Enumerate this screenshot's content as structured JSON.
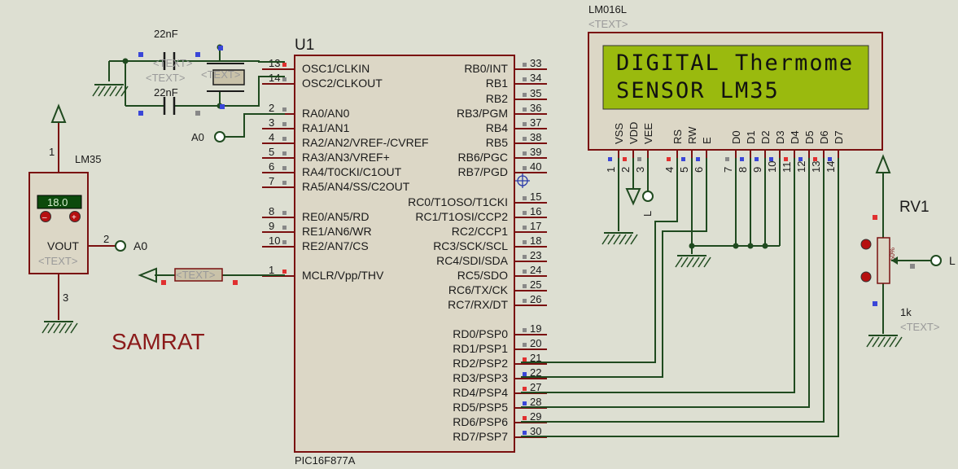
{
  "mcu": {
    "ref": "U1",
    "part": "PIC16F877A",
    "left_pins": [
      {
        "num": "13",
        "label": "OSC1/CLKIN"
      },
      {
        "num": "14",
        "label": "OSC2/CLKOUT"
      },
      {
        "num": "2",
        "label": "RA0/AN0"
      },
      {
        "num": "3",
        "label": "RA1/AN1"
      },
      {
        "num": "4",
        "label": "RA2/AN2/VREF-/CVREF"
      },
      {
        "num": "5",
        "label": "RA3/AN3/VREF+"
      },
      {
        "num": "6",
        "label": "RA4/T0CKI/C1OUT"
      },
      {
        "num": "7",
        "label": "RA5/AN4/SS/C2OUT"
      },
      {
        "num": "8",
        "label": "RE0/AN5/RD"
      },
      {
        "num": "9",
        "label": "RE1/AN6/WR"
      },
      {
        "num": "10",
        "label": "RE2/AN7/CS"
      },
      {
        "num": "1",
        "label": "MCLR/Vpp/THV"
      }
    ],
    "right_pins": [
      {
        "num": "33",
        "label": "RB0/INT"
      },
      {
        "num": "34",
        "label": "RB1"
      },
      {
        "num": "35",
        "label": "RB2"
      },
      {
        "num": "36",
        "label": "RB3/PGM"
      },
      {
        "num": "37",
        "label": "RB4"
      },
      {
        "num": "38",
        "label": "RB5"
      },
      {
        "num": "39",
        "label": "RB6/PGC"
      },
      {
        "num": "40",
        "label": "RB7/PGD"
      },
      {
        "num": "15",
        "label": "RC0/T1OSO/T1CKI"
      },
      {
        "num": "16",
        "label": "RC1/T1OSI/CCP2"
      },
      {
        "num": "17",
        "label": "RC2/CCP1"
      },
      {
        "num": "18",
        "label": "RC3/SCK/SCL"
      },
      {
        "num": "23",
        "label": "RC4/SDI/SDA"
      },
      {
        "num": "24",
        "label": "RC5/SDO"
      },
      {
        "num": "25",
        "label": "RC6/TX/CK"
      },
      {
        "num": "26",
        "label": "RC7/RX/DT"
      },
      {
        "num": "19",
        "label": "RD0/PSP0"
      },
      {
        "num": "20",
        "label": "RD1/PSP1"
      },
      {
        "num": "21",
        "label": "RD2/PSP2"
      },
      {
        "num": "22",
        "label": "RD3/PSP3"
      },
      {
        "num": "27",
        "label": "RD4/PSP4"
      },
      {
        "num": "28",
        "label": "RD5/PSP5"
      },
      {
        "num": "29",
        "label": "RD6/PSP6"
      },
      {
        "num": "30",
        "label": "RD7/PSP7"
      }
    ]
  },
  "lcd": {
    "part": "LM016L",
    "text_placeholder": "<TEXT>",
    "line1": "DIGITAL Thermome",
    "line2": "SENSOR LM35",
    "pins": [
      {
        "name": "VSS",
        "num": "1"
      },
      {
        "name": "VDD",
        "num": "2"
      },
      {
        "name": "VEE",
        "num": "3"
      },
      {
        "name": "RS",
        "num": "4"
      },
      {
        "name": "RW",
        "num": "5"
      },
      {
        "name": "E",
        "num": "6"
      },
      {
        "name": "D0",
        "num": "7"
      },
      {
        "name": "D1",
        "num": "8"
      },
      {
        "name": "D2",
        "num": "9"
      },
      {
        "name": "D3",
        "num": "10"
      },
      {
        "name": "D4",
        "num": "11"
      },
      {
        "name": "D5",
        "num": "12"
      },
      {
        "name": "D6",
        "num": "13"
      },
      {
        "name": "D7",
        "num": "14"
      }
    ],
    "vee_label": "L"
  },
  "sensor": {
    "part": "LM35",
    "reading": "18.0",
    "out_label": "VOUT",
    "text_placeholder": "<TEXT>",
    "pin_top": "1",
    "pin_out": "2",
    "pin_bottom": "3",
    "net": "A0"
  },
  "osc": {
    "cap_top": "22nF",
    "cap_bottom": "22nF",
    "text_a": "<TEXT>",
    "text_b": "<TEXT>",
    "text_c": "<TEXT>",
    "net_a0": "A0"
  },
  "reset": {
    "text": "<TEXT>"
  },
  "pot": {
    "ref": "RV1",
    "value": "1k",
    "text_placeholder": "<TEXT>",
    "percent": "50%",
    "wiper_label": "L"
  },
  "author": "SAMRAT",
  "colors": {
    "wire": "#7a1010",
    "ground": "#1f4a1f",
    "chip_fill": "#dcd7c6",
    "lcd_glass": "#9aba0e"
  }
}
